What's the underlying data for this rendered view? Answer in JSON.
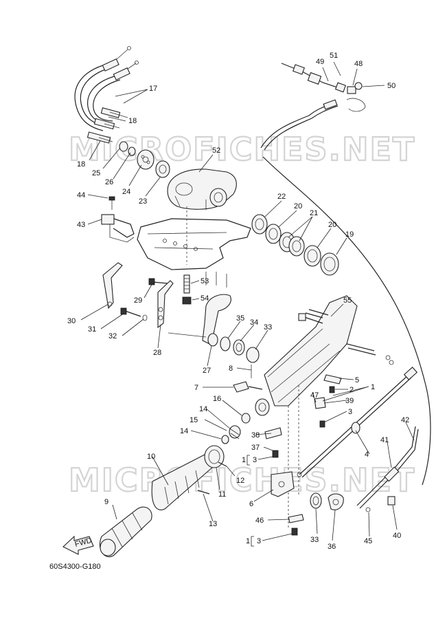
{
  "watermarks": [
    "MICROFICHES.NET",
    "MICROFICHES.NET"
  ],
  "diagram_code": "60S4300-G180",
  "fwd_label": "FWD",
  "bracket_labels": [
    "1",
    "3",
    "1",
    "3"
  ],
  "callouts": [
    "51",
    "49",
    "48",
    "50",
    "17",
    "18",
    "18",
    "52",
    "25",
    "26",
    "24",
    "23",
    "22",
    "20",
    "21",
    "20",
    "19",
    "44",
    "43",
    "53",
    "29",
    "54",
    "55",
    "30",
    "31",
    "32",
    "28",
    "27",
    "35",
    "34",
    "33",
    "8",
    "5",
    "7",
    "2",
    "1",
    "47",
    "39",
    "3",
    "16",
    "14",
    "15",
    "14",
    "38",
    "37",
    "42",
    "41",
    "4",
    "10",
    "12",
    "11",
    "6",
    "46",
    "33",
    "36",
    "45",
    "40",
    "9",
    "13"
  ],
  "colors": {
    "line": "#222222",
    "watermark": "#d4d4d4",
    "background": "#ffffff"
  }
}
